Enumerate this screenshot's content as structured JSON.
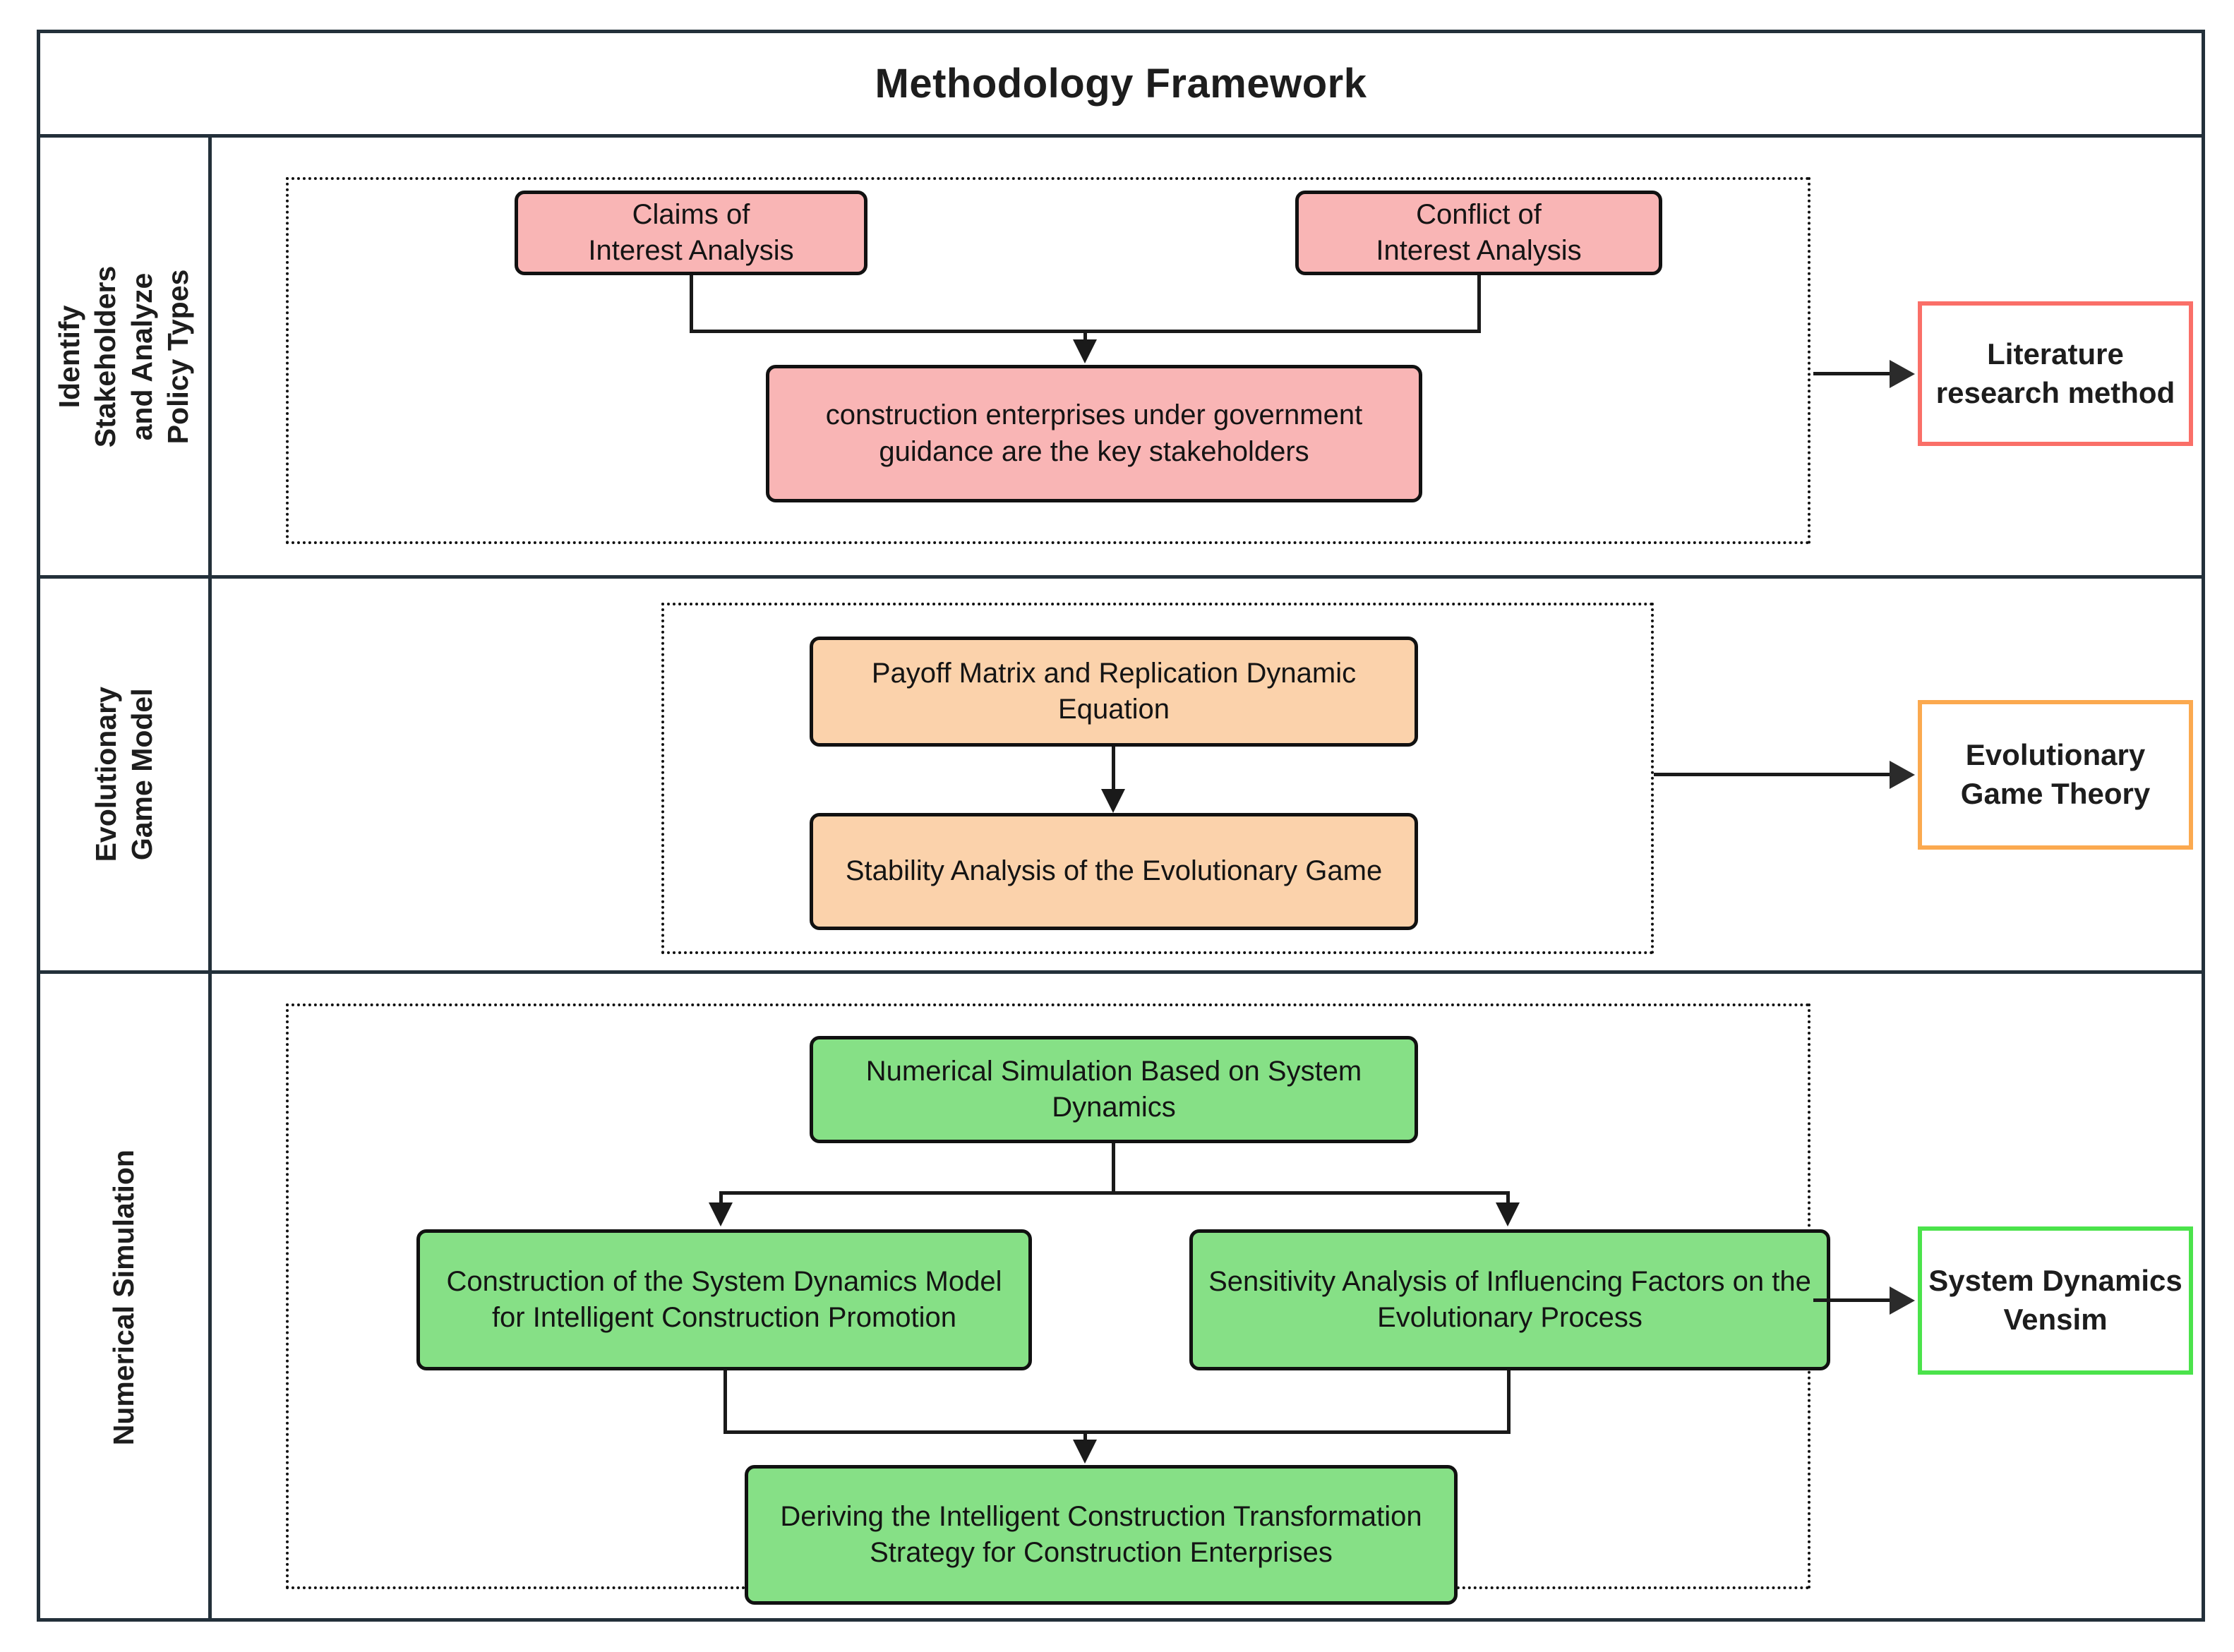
{
  "title": "Methodology Framework",
  "rows": [
    {
      "label": "Identify Stakeholders and Analyze Policy Types",
      "nodes": {
        "left_top": "Claims of\nInterest Analysis",
        "right_top": "Conflict of\nInterest Analysis",
        "bottom": "construction enterprises under government guidance are the key stakeholders"
      },
      "method": "Literature research method",
      "node_color": "#F9B5B5",
      "method_border_color": "#FA6F68"
    },
    {
      "label": "Evolutionary Game Model",
      "nodes": {
        "top": "Payoff Matrix and Replication Dynamic Equation",
        "bottom": "Stability Analysis of the Evolutionary Game"
      },
      "method": "Evolutionary Game Theory",
      "node_color": "#FBD2AB",
      "method_border_color": "#FBA94F"
    },
    {
      "label": "Numerical Simulation",
      "nodes": {
        "top": "Numerical Simulation Based on System Dynamics",
        "left": "Construction of the System Dynamics Model for Intelligent Construction Promotion",
        "right": "Sensitivity Analysis of Influencing Factors on the Evolutionary Process",
        "bottom": "Deriving the Intelligent Construction Transformation Strategy for Construction Enterprises"
      },
      "method": "System Dynamics Vensim",
      "node_color": "#86E086",
      "method_border_color": "#4BE34B"
    }
  ]
}
